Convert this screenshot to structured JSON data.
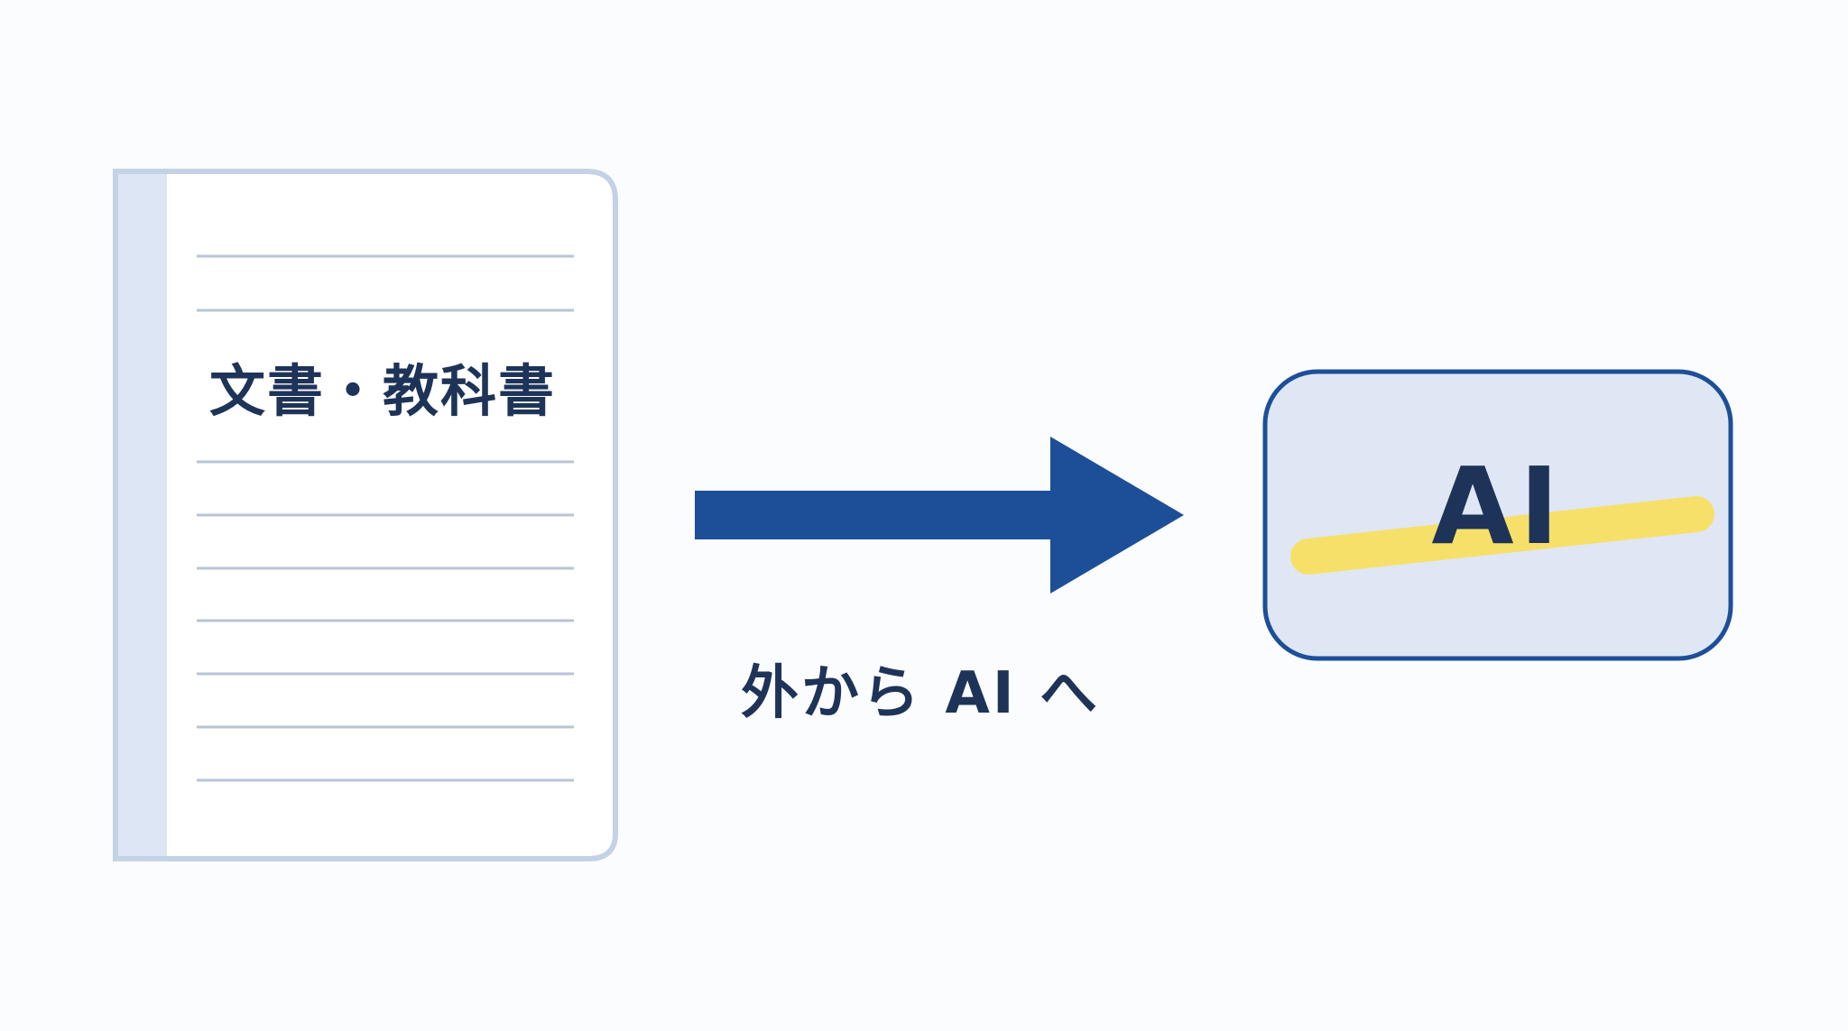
{
  "document": {
    "label": "文書・教科書"
  },
  "caption": {
    "text": "外から AI へ"
  },
  "ai_box": {
    "label": "AI"
  },
  "colors": {
    "background": "#fbfcfd",
    "arrow": "#1d4f99",
    "ai_box_fill": "#dfe7f4",
    "ai_box_border": "#1d4f99",
    "highlight": "#f6e06a",
    "document_border": "#c4d2e5",
    "document_spine": "#dde6f4",
    "document_lines": "#b8c4d6",
    "text": "#1e3358"
  }
}
